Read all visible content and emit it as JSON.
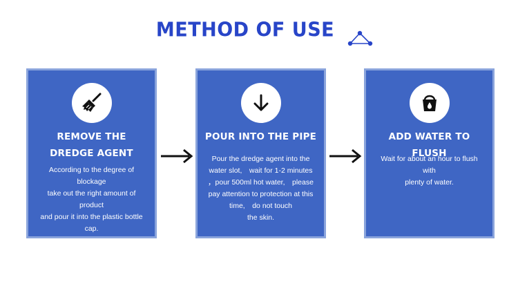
{
  "header": {
    "title": "METHOD OF USE",
    "mark_icon": "network-nodes-icon"
  },
  "steps": [
    {
      "icon": "broom-icon",
      "title_lines": [
        "REMOVE THE",
        "DREDGE AGENT"
      ],
      "desc_lines": [
        "According to the degree of",
        "blockage",
        "take out the right amount of",
        "product",
        "and pour it into the plastic bottle",
        "cap."
      ]
    },
    {
      "icon": "arrow-down-icon",
      "title_lines": [
        "POUR INTO THE PIPE"
      ],
      "desc_lines": [
        "Pour the dredge agent into the",
        "water slot,　wait for 1-2 minutes",
        "，pour 500ml hot water,　please",
        "pay attention to protection at this",
        "time,　do not touch",
        "the skin."
      ]
    },
    {
      "icon": "water-bucket-icon",
      "title_lines": [
        "ADD WATER TO FLUSH"
      ],
      "desc_lines": [
        "Wait for about an hour to flush",
        "with",
        "plenty of water."
      ]
    }
  ],
  "arrows": [
    "arrow-right-icon",
    "arrow-right-icon"
  ],
  "colors": {
    "title": "#2845c8",
    "card_bg": "#3f66c4",
    "card_border": "#8aa4dc",
    "text": "#ffffff",
    "arrow": "#111111"
  }
}
